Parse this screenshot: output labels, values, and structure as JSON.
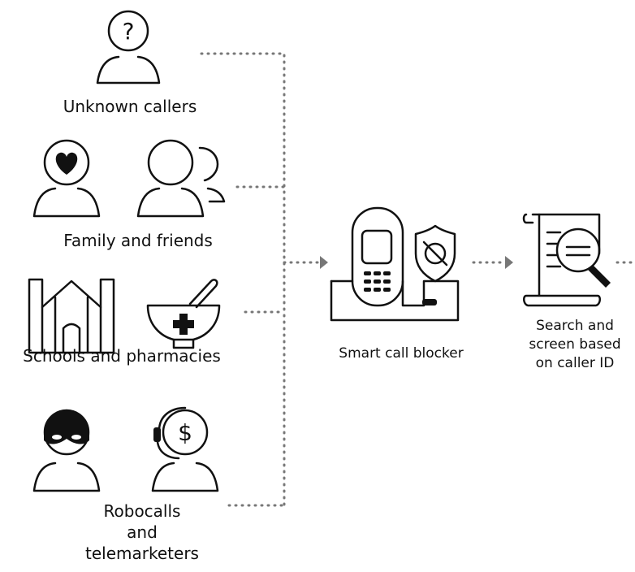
{
  "groups": [
    {
      "label": "Unknown callers",
      "icons": [
        "unknown-person-icon"
      ]
    },
    {
      "label": "Family and friends",
      "icons": [
        "heart-person-icon",
        "group-people-icon"
      ]
    },
    {
      "label": "Schools and pharmacies",
      "icons": [
        "school-building-icon",
        "mortar-pestle-icon"
      ]
    },
    {
      "label_lines": [
        "Robocalls",
        "and",
        "telemarketers"
      ],
      "icons": [
        "masked-person-icon",
        "telemarketer-headset-icon"
      ]
    }
  ],
  "blocker": {
    "label": "Smart call blocker",
    "icon": "cordless-phone-shield-icon"
  },
  "screen": {
    "label_lines": [
      "Search and",
      "screen based",
      "on caller ID"
    ],
    "icon": "document-magnifier-icon"
  },
  "glyphs": {
    "question": "?",
    "dollar": "$"
  }
}
